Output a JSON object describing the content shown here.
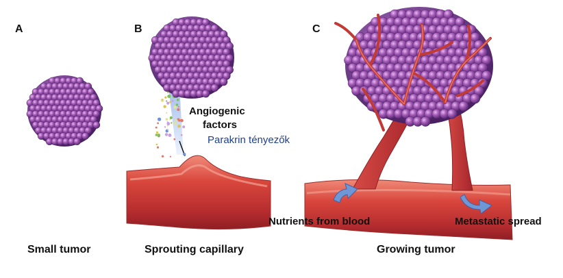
{
  "panels": [
    {
      "letter": "A",
      "caption": "Small tumor"
    },
    {
      "letter": "B",
      "caption": "Sprouting capillary"
    },
    {
      "letter": "C",
      "caption": "Growing tumor"
    }
  ],
  "annotations": {
    "angiogenic_line1": "Angiogenic",
    "angiogenic_line2": "factors",
    "paracrine": "Parakrin tényezők",
    "nutrients": "Nutrients from blood",
    "metastatic": "Metastatic spread"
  },
  "colors": {
    "tumor": "#8a3f9c",
    "vessel": "#c43a3a",
    "arrow": "#6f97d6",
    "hungarian_text": "#1f3f8f"
  }
}
